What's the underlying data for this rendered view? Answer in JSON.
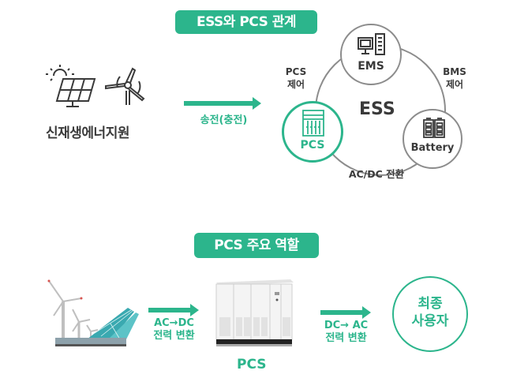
{
  "colors": {
    "accent": "#2cb58c",
    "text": "#3a3a3a",
    "circle_stroke": "#8c8c8c"
  },
  "section1": {
    "badge": "ESS와 PCS 관계",
    "source_icons": [
      "solar-panel-icon",
      "wind-turbine-icon"
    ],
    "source_label": "신재생에너지원",
    "arrow_label": "송전(충전)",
    "ess_center": "ESS",
    "nodes": {
      "ems": {
        "label": "EMS",
        "icon": "computer-icon"
      },
      "pcs": {
        "label": "PCS",
        "icon": "pcs-cabinet-icon"
      },
      "battery": {
        "label": "Battery",
        "icon": "battery-icon"
      }
    },
    "edges": {
      "pcs_ems": [
        "PCS",
        "제어"
      ],
      "ems_battery": [
        "BMS",
        "제어"
      ],
      "pcs_battery": "AC/DC 전환"
    }
  },
  "section2": {
    "badge": "PCS 주요 역할",
    "source_image": "renewable-energy-image",
    "arrow1": [
      "AC→DC",
      "전력 변환"
    ],
    "pcs_label": "PCS",
    "arrow2": [
      "DC→ AC",
      "전력 변환"
    ],
    "end_user": [
      "최종",
      "사용자"
    ]
  }
}
